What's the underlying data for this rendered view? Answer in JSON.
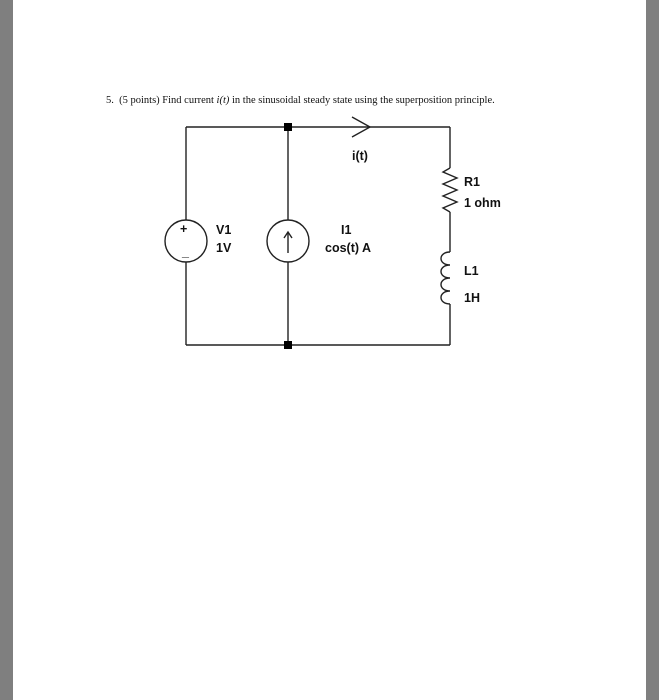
{
  "question": {
    "number": "5.",
    "points": "(5 points)",
    "text_before": "Find current",
    "variable": "i(t)",
    "text_after": "in the sinusoidal steady state using the superposition principle."
  },
  "circuit": {
    "current_label": "i(t)",
    "v1": {
      "name": "V1",
      "value": "1V",
      "plus": "+",
      "minus": "_"
    },
    "i1": {
      "name": "I1",
      "value": "cos(t) A"
    },
    "r1": {
      "name": "R1",
      "value": "1 ohm"
    },
    "l1": {
      "name": "L1",
      "value": "1H"
    }
  }
}
